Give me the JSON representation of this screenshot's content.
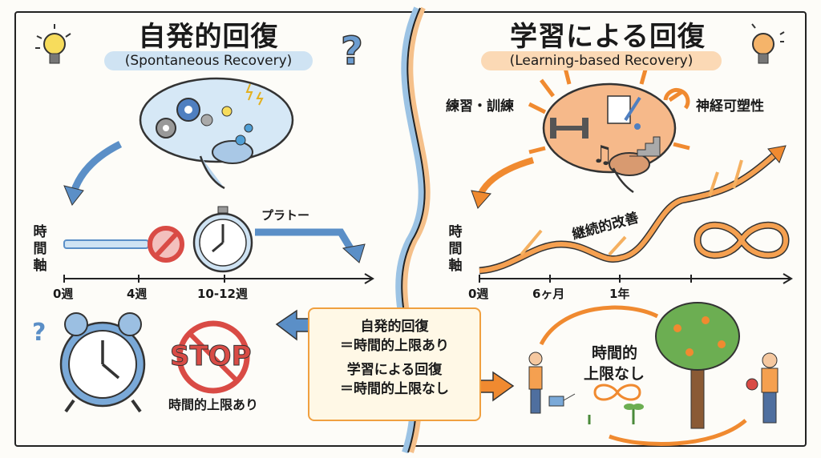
{
  "left": {
    "title": "自発的回復",
    "subtitle": "(Spontaneous Recovery)",
    "plateau_label": "プラトー",
    "axis_label": "時間軸",
    "ticks": [
      "0週",
      "4週",
      "10-12週"
    ],
    "stop_sign": "STOP",
    "limit_label": "時間的上限あり"
  },
  "right": {
    "title": "学習による回復",
    "subtitle": "(Learning-based Recovery)",
    "practice_label": "練習・訓練",
    "plasticity_label": "神経可塑性",
    "improvement_label": "継続的改善",
    "axis_label": "時間軸",
    "ticks": [
      "0週",
      "6ヶ月",
      "1年"
    ],
    "no_limit_line1": "時間的",
    "no_limit_line2": "上限なし"
  },
  "summary": {
    "line1": "自発的回復",
    "line2": "＝時間的上限あり",
    "line3": "学習による回復",
    "line4": "＝時間的上限なし"
  },
  "colors": {
    "blue": "#5b8fc7",
    "light_blue": "#cfe3f3",
    "orange": "#f08a30",
    "light_orange": "#fbd9b5",
    "red": "#d94b45"
  }
}
